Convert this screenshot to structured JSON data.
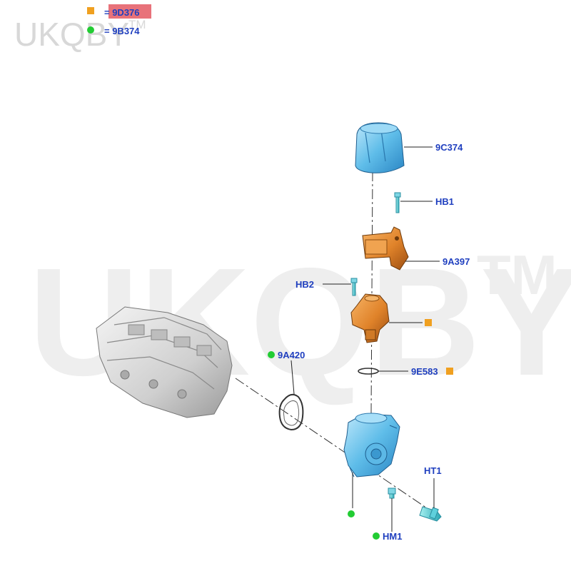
{
  "watermark": {
    "small": "UKQBY",
    "small_tm": "TM",
    "big": "UKQBY",
    "big_tm": "TM"
  },
  "legend": [
    {
      "marker": "square",
      "color": "#f0a020",
      "text": "= 9D376",
      "highlight": "#e8727a"
    },
    {
      "marker": "dot",
      "color": "#22cc33",
      "text": "= 9B374",
      "highlight": ""
    }
  ],
  "callouts": {
    "part_9C374": "9C374",
    "part_HB1": "HB1",
    "part_9A397": "9A397",
    "part_HB2": "HB2",
    "part_9A420": "9A420",
    "part_9E583": "9E583",
    "part_HT1": "HT1",
    "part_HM1": "HM1"
  },
  "colors": {
    "label_blue": "#1f3fbf",
    "part_blue": "#6ec6ee",
    "part_orange": "#e08a2e",
    "engine_gray": "#d6d6d6",
    "marker_orange": "#f0a020",
    "marker_green": "#22cc33"
  }
}
